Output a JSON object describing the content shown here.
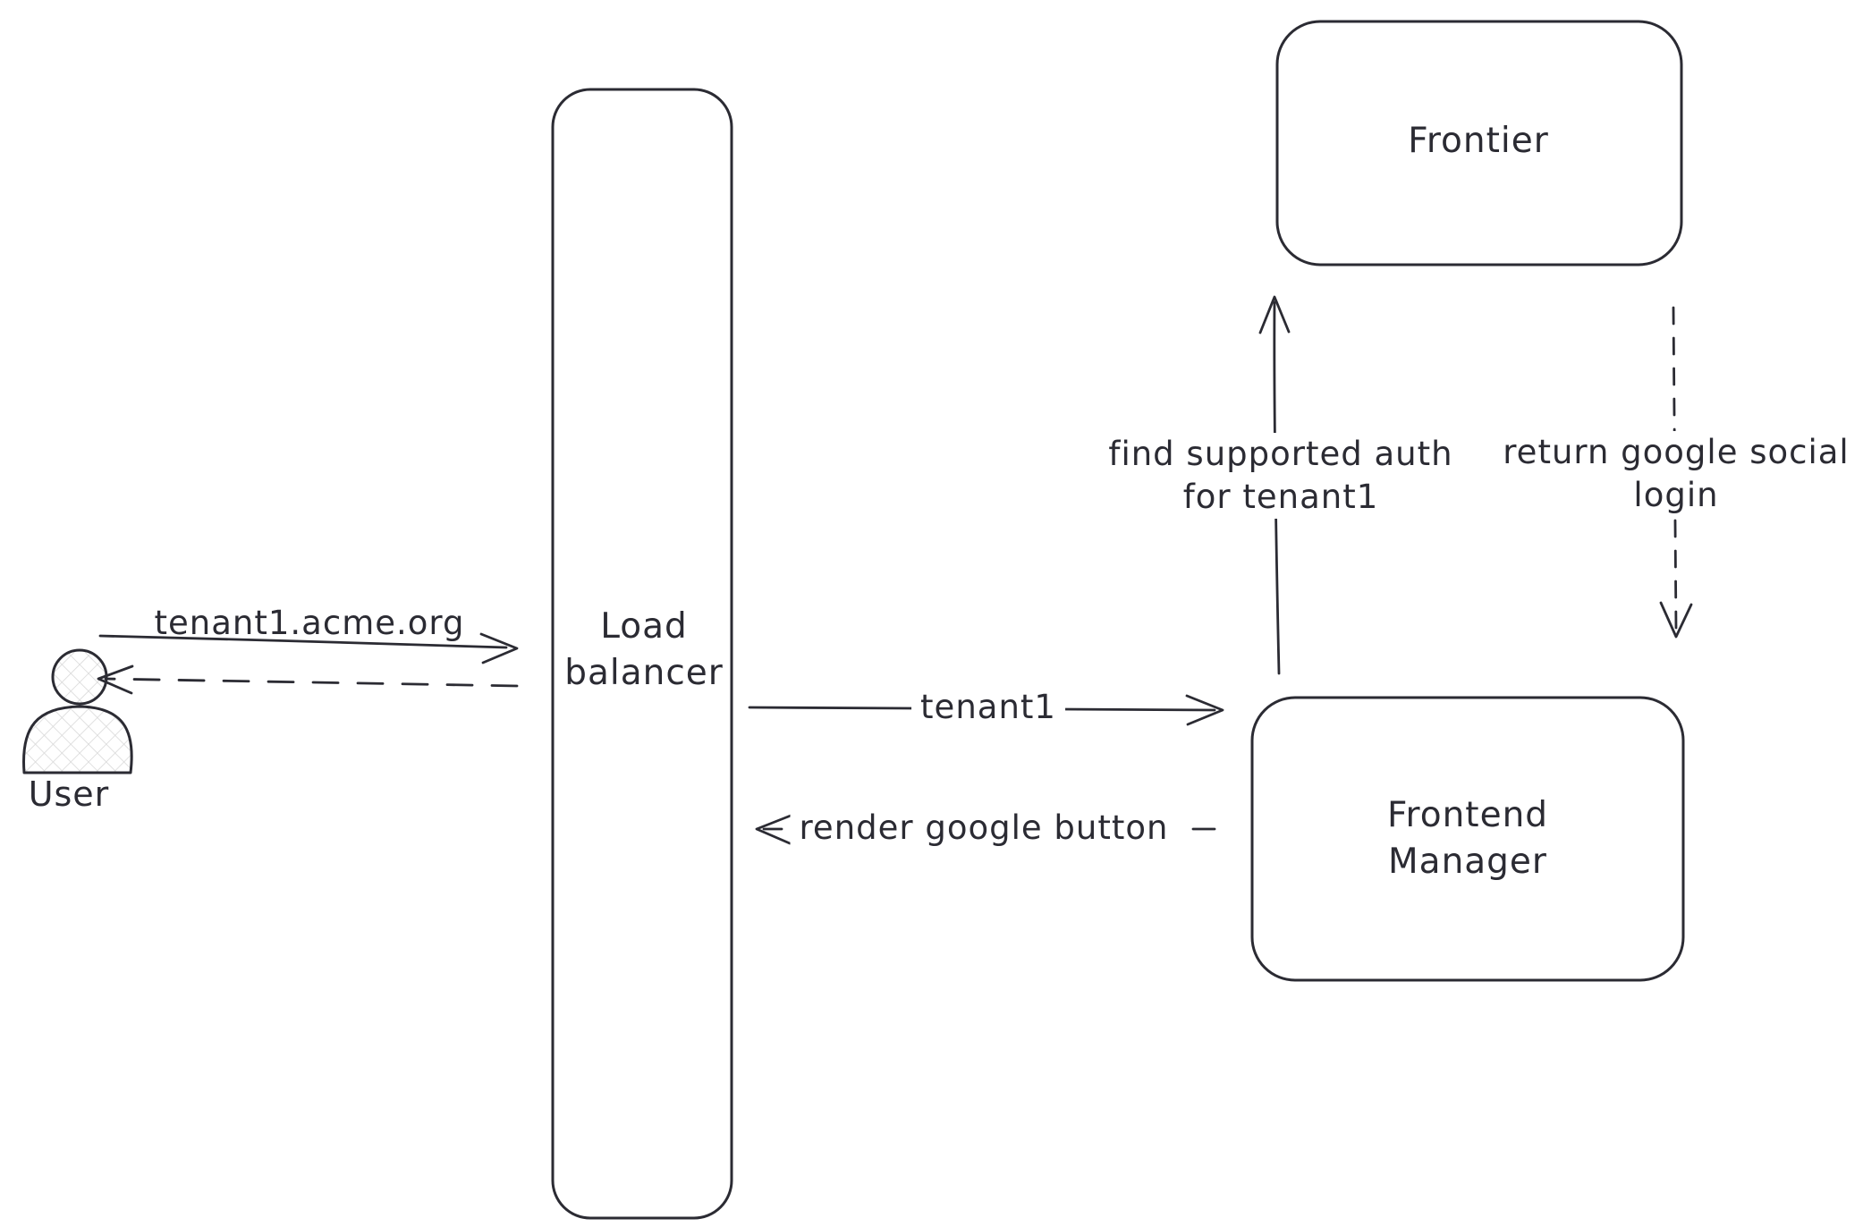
{
  "colors": {
    "stroke": "#2b2b33",
    "text": "#2b2b33",
    "background": "#ffffff",
    "hatch_fill": "#dcdcdc"
  },
  "nodes": {
    "user": {
      "label": "User"
    },
    "load_balancer": {
      "lines": [
        "Load",
        "balancer"
      ]
    },
    "frontier": {
      "label": "Frontier"
    },
    "frontend_manager": {
      "lines": [
        "Frontend",
        "Manager"
      ]
    }
  },
  "edges": {
    "user_to_load_balancer": {
      "label": "tenant1.acme.org"
    },
    "load_balancer_to_frontend_manager": {
      "label": "tenant1"
    },
    "frontend_manager_to_load_balancer": {
      "label": "render google button"
    },
    "frontend_manager_to_frontier": {
      "lines": [
        "find supported auth",
        "for tenant1"
      ]
    },
    "frontier_to_frontend_manager": {
      "lines": [
        "return google social",
        "login"
      ]
    }
  }
}
